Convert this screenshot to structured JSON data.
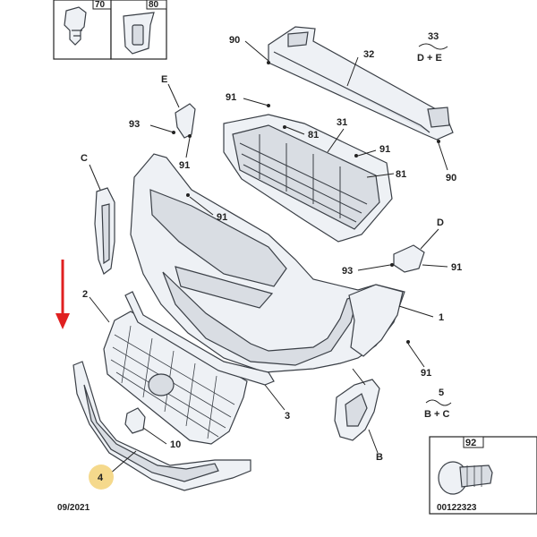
{
  "callouts": {
    "c70": "70",
    "c80": "80",
    "c90a": "90",
    "c33": "33",
    "c33sub": "D + E",
    "c32": "32",
    "cE": "E",
    "c91a": "91",
    "c93a": "93",
    "c91b": "91",
    "c31": "31",
    "c81a": "81",
    "c91c": "91",
    "c81b": "81",
    "c90b": "90",
    "cC": "C",
    "c91d": "91",
    "cD": "D",
    "c93b": "93",
    "c91e": "91",
    "c2": "2",
    "c1": "1",
    "c91f": "91",
    "c5": "5",
    "c5sub": "B + C",
    "c3": "3",
    "c10": "10",
    "cB": "B",
    "c92": "92",
    "c4": "4"
  },
  "footer": {
    "date": "09/2021",
    "ref": "00122323"
  },
  "colors": {
    "highlight_part": "#f5d98c",
    "arrow": "#e02020"
  }
}
